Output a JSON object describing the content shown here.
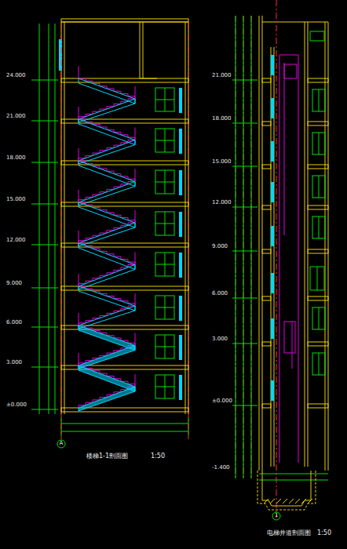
{
  "diagram": {
    "labels": [
      "24.000",
      "21.000",
      "18.000",
      "15.000",
      "12.000",
      "9.000",
      "6.000",
      "3.000",
      "±0.000",
      "21.000",
      "18.000",
      "15.000",
      "12.000",
      "9.000",
      "6.000",
      "3.000",
      "±0.000",
      "-1.400",
      "楼梯1-1剖面图",
      "电梯井道剖面图",
      "1:50",
      "1:50",
      "A",
      "1"
    ]
  }
}
